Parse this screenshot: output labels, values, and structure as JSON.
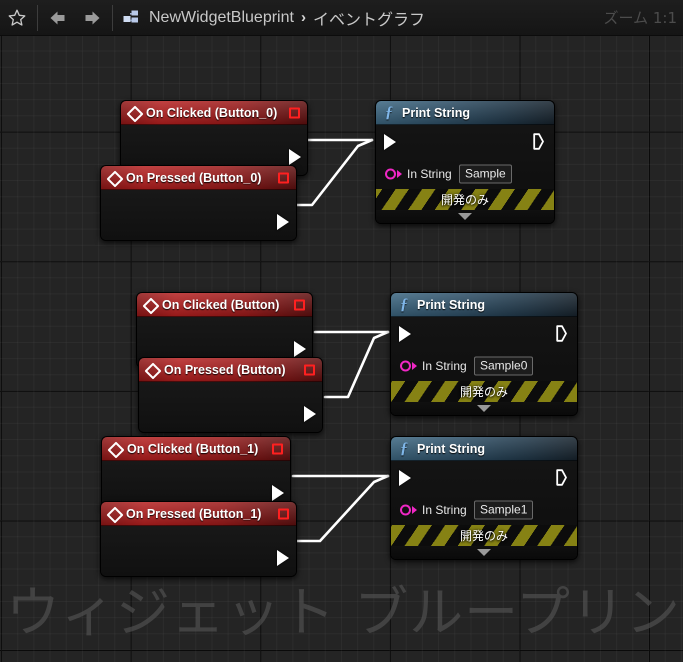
{
  "toolbar": {
    "favorite_icon": "star-icon",
    "back_icon": "arrow-back-icon",
    "forward_icon": "arrow-forward-icon",
    "blueprint_icon": "blueprint-graph-icon",
    "breadcrumb_root": "NewWidgetBlueprint",
    "breadcrumb_separator": "›",
    "breadcrumb_current": "イベントグラフ",
    "zoom_label": "ズーム 1:1"
  },
  "canvas": {
    "watermark": "ウィジェット ブループリン",
    "background_color": "#242424",
    "grid_line_color": "#2e2e2e",
    "grid_major_color": "#0a0a0a",
    "wire_color": "#ffffff"
  },
  "nodes": {
    "events": [
      {
        "title": "On Clicked (Button_0)",
        "icon": "event-diamond-icon",
        "delegate_pin": "delegate-pin",
        "exec_out": "exec-out-pin"
      },
      {
        "title": "On Pressed (Button_0)",
        "icon": "event-diamond-icon",
        "delegate_pin": "delegate-pin",
        "exec_out": "exec-out-pin"
      },
      {
        "title": "On Clicked (Button)",
        "icon": "event-diamond-icon",
        "delegate_pin": "delegate-pin",
        "exec_out": "exec-out-pin"
      },
      {
        "title": "On Pressed (Button)",
        "icon": "event-diamond-icon",
        "delegate_pin": "delegate-pin",
        "exec_out": "exec-out-pin"
      },
      {
        "title": "On Clicked (Button_1)",
        "icon": "event-diamond-icon",
        "delegate_pin": "delegate-pin",
        "exec_out": "exec-out-pin"
      },
      {
        "title": "On Pressed (Button_1)",
        "icon": "event-diamond-icon",
        "delegate_pin": "delegate-pin",
        "exec_out": "exec-out-pin"
      }
    ],
    "functions": [
      {
        "title": "Print String",
        "icon": "function-f-icon",
        "pin_label": "In String",
        "pin_value": "Sample",
        "dev_only_label": "開発のみ",
        "header_color": "#2e5068"
      },
      {
        "title": "Print String",
        "icon": "function-f-icon",
        "pin_label": "In String",
        "pin_value": "Sample0",
        "dev_only_label": "開発のみ",
        "header_color": "#2e5068"
      },
      {
        "title": "Print String",
        "icon": "function-f-icon",
        "pin_label": "In String",
        "pin_value": "Sample1",
        "dev_only_label": "開発のみ",
        "header_color": "#2e5068"
      }
    ]
  }
}
